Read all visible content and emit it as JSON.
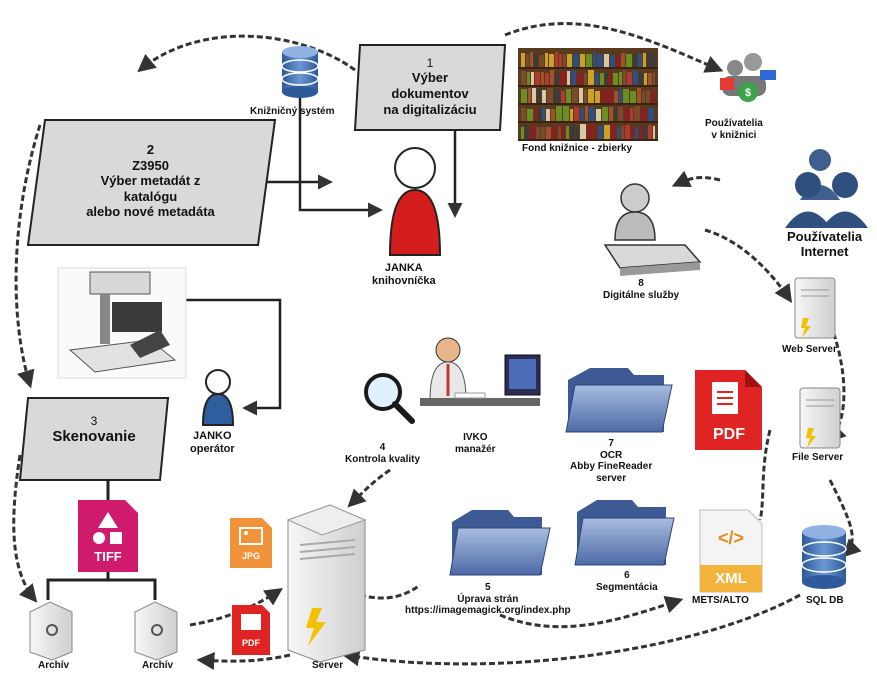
{
  "step1": {
    "number": "1",
    "lines": [
      "Výber",
      "dokumentov",
      "na digitalizáciu"
    ]
  },
  "step2": {
    "number": "2",
    "lines": [
      "Z3950",
      "Výber metadát z",
      "katalógu",
      "alebo nové metadáta"
    ]
  },
  "step3": {
    "number": "3",
    "label": "Skenovanie"
  },
  "step4": {
    "number": "4",
    "label": "Kontrola kvality"
  },
  "step5": {
    "number": "5",
    "lines": [
      "Úprava strán",
      "https://imagemagick.org/index.php"
    ]
  },
  "step6": {
    "number": "6",
    "label": "Segmentácia"
  },
  "step7": {
    "number": "7",
    "lines": [
      "OCR",
      "Abby FineReader",
      "server"
    ]
  },
  "step8": {
    "number": "8",
    "label": "Digitálne služby"
  },
  "library_system": "Knižničný systém",
  "fund": "Fond knižnice - zbierky",
  "users_library": [
    "Používatelia",
    "v knižnici"
  ],
  "users_internet": [
    "Používatelia",
    "Internet"
  ],
  "janka": [
    "JANKA",
    "knihovníčka"
  ],
  "janko": [
    "JANKO",
    "operátor"
  ],
  "ivko": [
    "IVKO",
    "manažér"
  ],
  "web_server": "Web Server",
  "file_server": "File Server",
  "sql_db": "SQL DB",
  "server": "Server",
  "mets_alto": "METS/ALTO",
  "archive_1": "Archív",
  "archive_2": "Archív",
  "file_badges": {
    "tiff": "TIFF",
    "jpg": "JPG",
    "pdf_small": "PDF",
    "pdf_large": "PDF",
    "xml": "XML",
    "xml_code": "</>"
  },
  "colors": {
    "box_fill": "#dcdcdc",
    "box_stroke": "#222222",
    "tiff": "#d01a6e",
    "jpg": "#f0923a",
    "pdf": "#e02424",
    "xml": "#f3b33d",
    "db_blue": "#4a78b8",
    "person_red": "#d41e1e",
    "person_blue": "#2f5e9e",
    "folder": "#7d9ac9",
    "arrow": "#333333"
  },
  "icons": [
    "database-icon",
    "bookshelf-icon",
    "person-icon",
    "scanner-icon",
    "magnifier-icon",
    "manager-icon",
    "folder-icon",
    "pdf-icon",
    "xml-icon",
    "server-icon",
    "archive-icon",
    "users-icon",
    "kiosk-icon",
    "image-icon",
    "tiff-icon"
  ]
}
